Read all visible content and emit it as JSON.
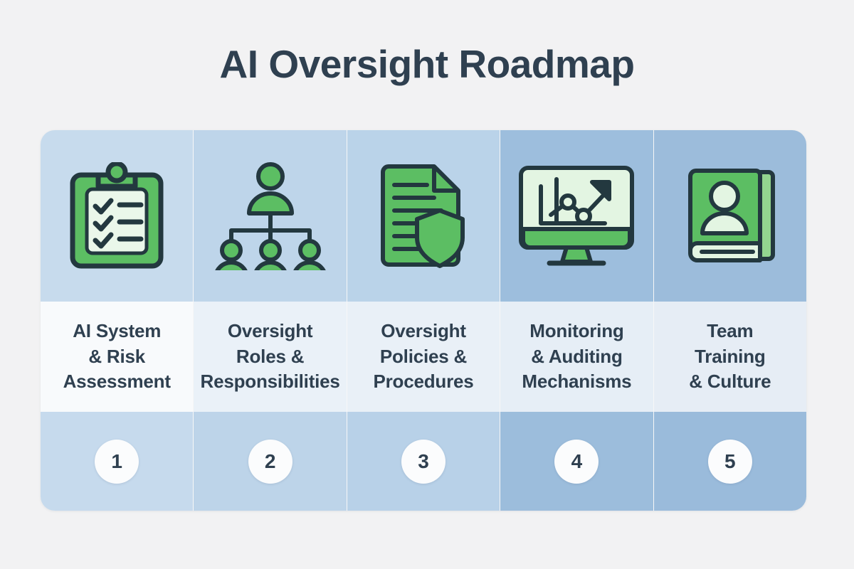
{
  "page": {
    "background_color": "#f2f2f3"
  },
  "header": {
    "title": "AI Oversight Roadmap",
    "title_color": "#2f4050"
  },
  "palette": {
    "icon_green": "#5cbe63",
    "icon_mint": "#e3f5e2",
    "icon_outline": "#23383f",
    "text_dark": "#2f4050",
    "circle_bg": "#fbfcfd",
    "column_tints": [
      "#c7dbed",
      "#bed5ea",
      "#bad3e9",
      "#9dbedd",
      "#9cbcdb"
    ]
  },
  "roadmap": {
    "steps": [
      {
        "number": "1",
        "label": "AI System\n& Risk\nAssessment",
        "icon": "clipboard-checklist-icon"
      },
      {
        "number": "2",
        "label": "Oversight\nRoles &\nResponsibilities",
        "icon": "org-chart-hierarchy-icon"
      },
      {
        "number": "3",
        "label": "Oversight\nPolicies &\nProcedures",
        "icon": "document-shield-icon"
      },
      {
        "number": "4",
        "label": "Monitoring\n& Auditing\nMechanisms",
        "icon": "monitor-chart-icon"
      },
      {
        "number": "5",
        "label": "Team\nTraining\n& Culture",
        "icon": "book-person-icon"
      }
    ]
  }
}
